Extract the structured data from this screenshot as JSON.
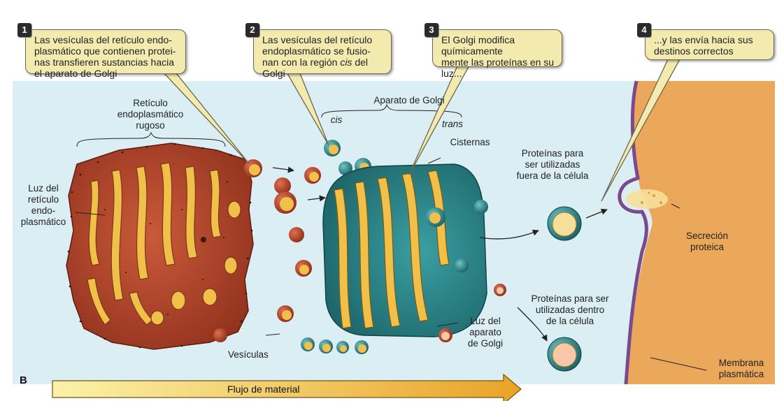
{
  "callouts": [
    {
      "num": "1",
      "lines": [
        "Las vesículas del retículo endo-",
        "plasmático que contienen protei-",
        "nas transfieren sustancias hacia",
        "el aparato de Golgi"
      ]
    },
    {
      "num": "2",
      "lines": [
        "Las vesículas del retículo",
        "endoplasmático se fusio-",
        "nan con la región",
        "cis",
        "del",
        "Golgi"
      ]
    },
    {
      "num": "3",
      "lines": [
        "El Golgi modifica químicamente",
        "mente las proteínas en su",
        "luz..."
      ]
    },
    {
      "num": "4",
      "lines": [
        "...y las envía hacia sus",
        "destinos correctos"
      ]
    }
  ],
  "labels": {
    "rer": [
      "Retículo",
      "endoplasmático",
      "rugoso"
    ],
    "er_lumen": [
      "Luz del",
      "retículo",
      "endo-",
      "plasmático"
    ],
    "golgi": "Aparato de Golgi",
    "cis": "cis",
    "trans": "trans",
    "cisternas": "Cisternas",
    "prot_out": [
      "Proteínas para",
      "ser utilizadas",
      "fuera de la célula"
    ],
    "prot_in": [
      "Proteínas para ser",
      "utilizadas dentro",
      "de la célula"
    ],
    "golgi_lumen": [
      "Luz del",
      "aparato",
      "de Golgi"
    ],
    "vesiculas": "Vesículas",
    "secrecion": [
      "Secreción",
      "proteica"
    ],
    "membrana": [
      "Membrana",
      "plasmática"
    ],
    "panel": "B",
    "flujo": "Flujo de material"
  },
  "colors": {
    "background_cell": "#dbeef4",
    "er": "#b5452a",
    "golgi": "#2f8a8e",
    "lumen": "#f0c04a",
    "outside": "#eba75a",
    "membrane": "#7a4a8e",
    "callout": "#f3eab0"
  }
}
